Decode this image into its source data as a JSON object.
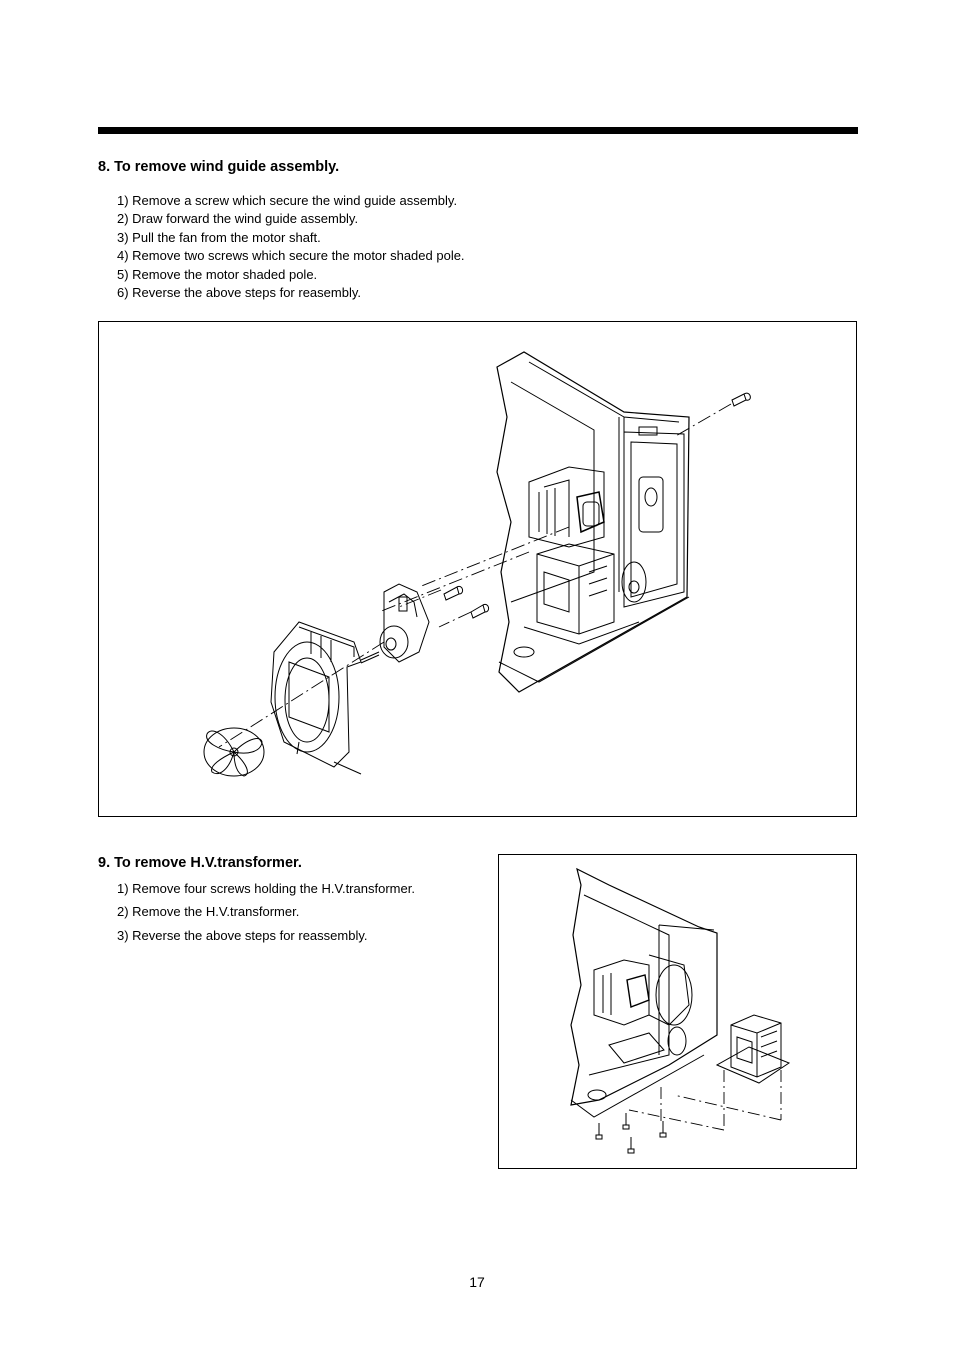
{
  "section8": {
    "heading": "8. To remove wind guide assembly.",
    "steps": [
      "1) Remove a screw which secure the wind guide assembly.",
      "2) Draw forward the wind guide assembly.",
      "3) Pull the fan from the motor shaft.",
      "4) Remove two screws which secure the motor shaded pole.",
      "5) Remove the motor shaded pole.",
      "6) Reverse the above steps for reasembly."
    ]
  },
  "section9": {
    "heading": "9. To remove H.V.transformer.",
    "steps": [
      "1) Remove four screws holding the H.V.transformer.",
      "2) Remove the H.V.transformer.",
      "3) Reverse the above steps for reassembly."
    ]
  },
  "page_number": "17"
}
